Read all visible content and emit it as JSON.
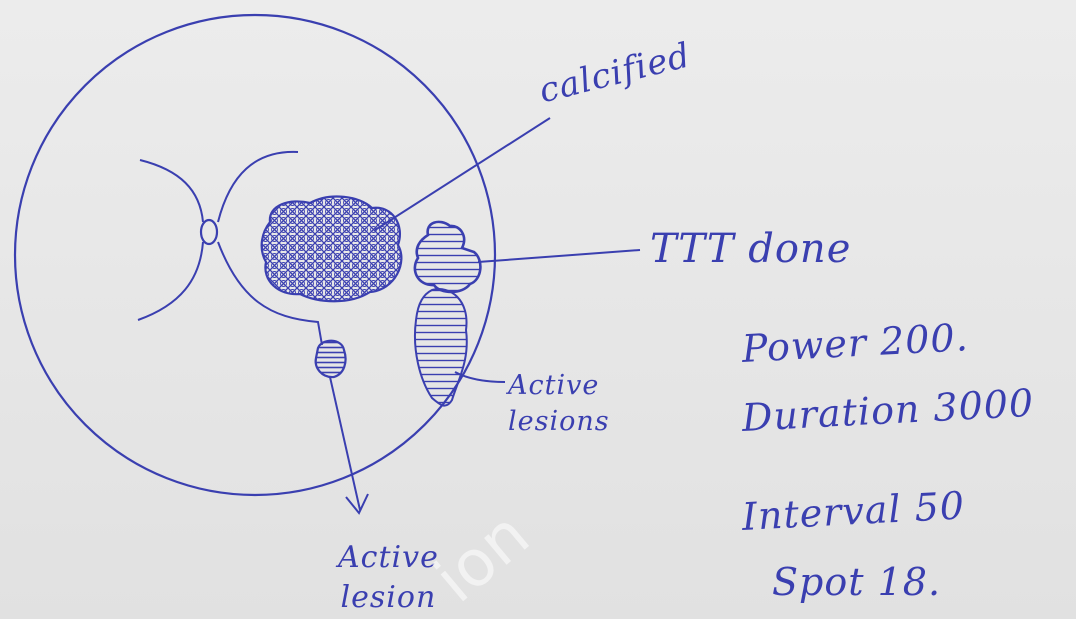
{
  "labels": {
    "calcified": "calcified",
    "ttt_done": "TTT done",
    "active_lesions_line1": "Active",
    "active_lesions_line2": "lesions",
    "active_lesion_line1": "Active",
    "active_lesion_line2": "lesion"
  },
  "parameters": [
    {
      "name": "Power",
      "value": "200."
    },
    {
      "name": "Duration",
      "value": "3000"
    },
    {
      "name": "Interval",
      "value": "50"
    },
    {
      "name": "Spot",
      "value": "18."
    }
  ],
  "watermark": "ion",
  "colors": {
    "ink": "#3a3fb0",
    "paper": "#e9e9e9"
  }
}
